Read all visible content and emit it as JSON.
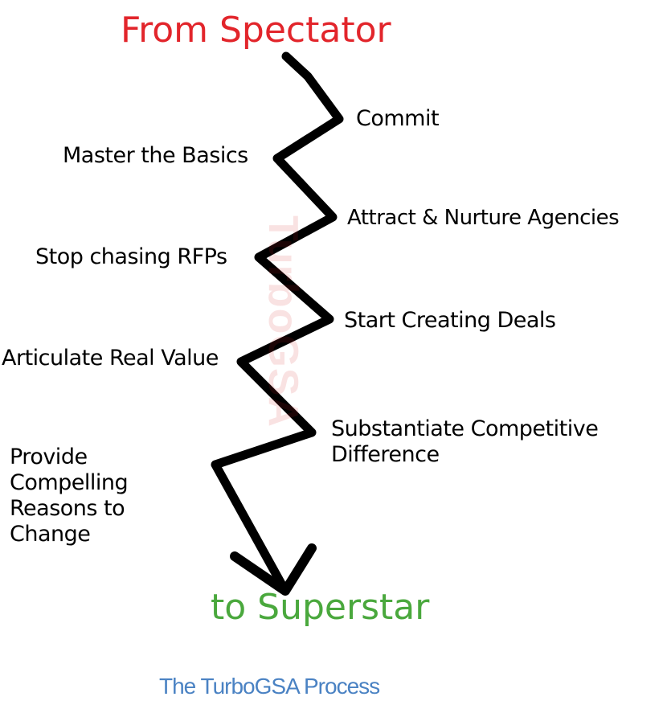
{
  "title_top": "From Spectator",
  "title_bottom": "to Superstar",
  "caption": "The TurboGSA Process",
  "watermark": "TurboGSA",
  "colors": {
    "title_top": "#e2252b",
    "title_bottom": "#4aa83d",
    "caption": "#4a82c3",
    "watermark": "#d9252a",
    "stroke": "#000000"
  },
  "steps": [
    {
      "label": "Commit"
    },
    {
      "label": "Master the Basics"
    },
    {
      "label": "Attract & Nurture Agencies"
    },
    {
      "label": "Stop chasing RFPs"
    },
    {
      "label": "Start Creating Deals"
    },
    {
      "label": "Articulate Real Value"
    },
    {
      "label": "Substantiate Competitive Difference"
    },
    {
      "label": "Provide Compelling Reasons to Change"
    }
  ]
}
